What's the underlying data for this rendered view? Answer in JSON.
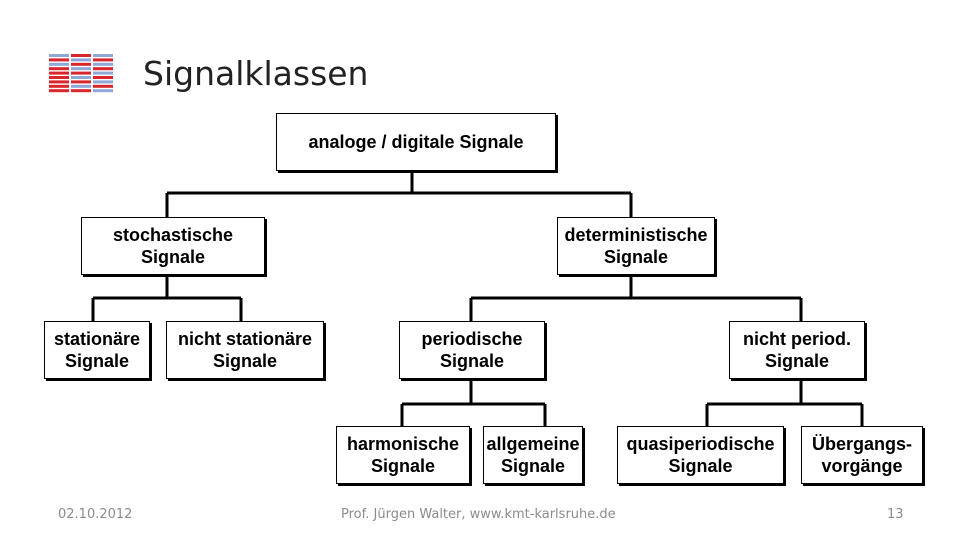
{
  "slide": {
    "title": "Signalklassen",
    "logo_colors": {
      "red": "#d9262c",
      "blue": "#8fa8d8"
    }
  },
  "diagram": {
    "root": {
      "line1": "analoge / digitale Signale"
    },
    "stochastic": {
      "line1": "stochastische",
      "line2": "Signale"
    },
    "deterministic": {
      "line1": "deterministische",
      "line2": "Signale"
    },
    "stationary": {
      "line1": "stationäre",
      "line2": "Signale"
    },
    "non_stationary": {
      "line1": "nicht stationäre",
      "line2": "Signale"
    },
    "periodic": {
      "line1": "periodische",
      "line2": "Signale"
    },
    "non_periodic": {
      "line1": "nicht period.",
      "line2": "Signale"
    },
    "harmonic": {
      "line1": "harmonische",
      "line2": "Signale"
    },
    "general": {
      "line1": "allgemeine",
      "line2": "Signale"
    },
    "quasiperiodic": {
      "line1": "quasiperiodische",
      "line2": "Signale"
    },
    "transient": {
      "line1": "Übergangs-",
      "line2": "vorgänge"
    }
  },
  "footer": {
    "date": "02.10.2012",
    "author": "Prof. Jürgen Walter, www.kmt-karlsruhe.de",
    "page": "13"
  }
}
